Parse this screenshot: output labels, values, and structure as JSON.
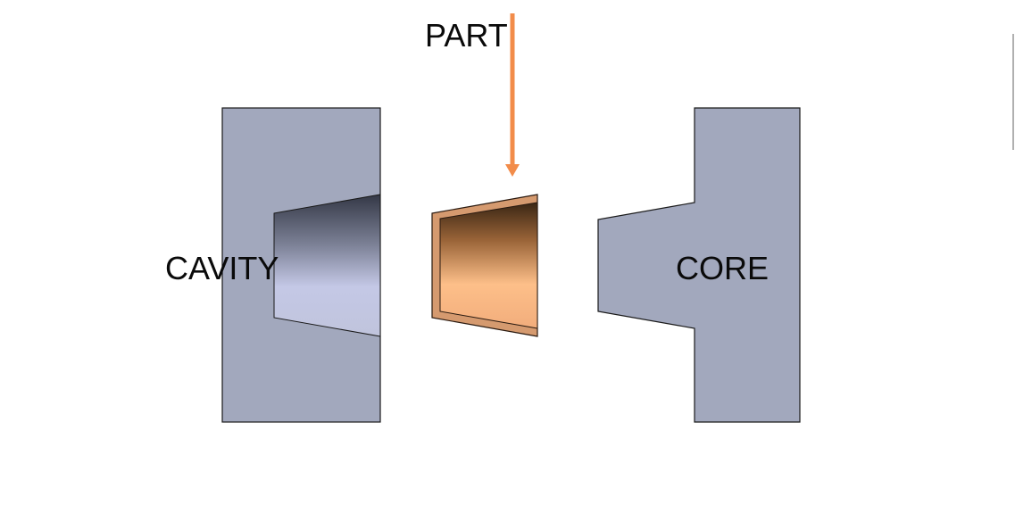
{
  "labels": {
    "part": "PART",
    "cavity": "CAVITY",
    "core": "CORE"
  },
  "colors": {
    "mold_block": "#a2a8bd",
    "block_outline": "#1a1a1a",
    "part_shell": "#d59a6f",
    "arrow": "#f28c4a"
  }
}
